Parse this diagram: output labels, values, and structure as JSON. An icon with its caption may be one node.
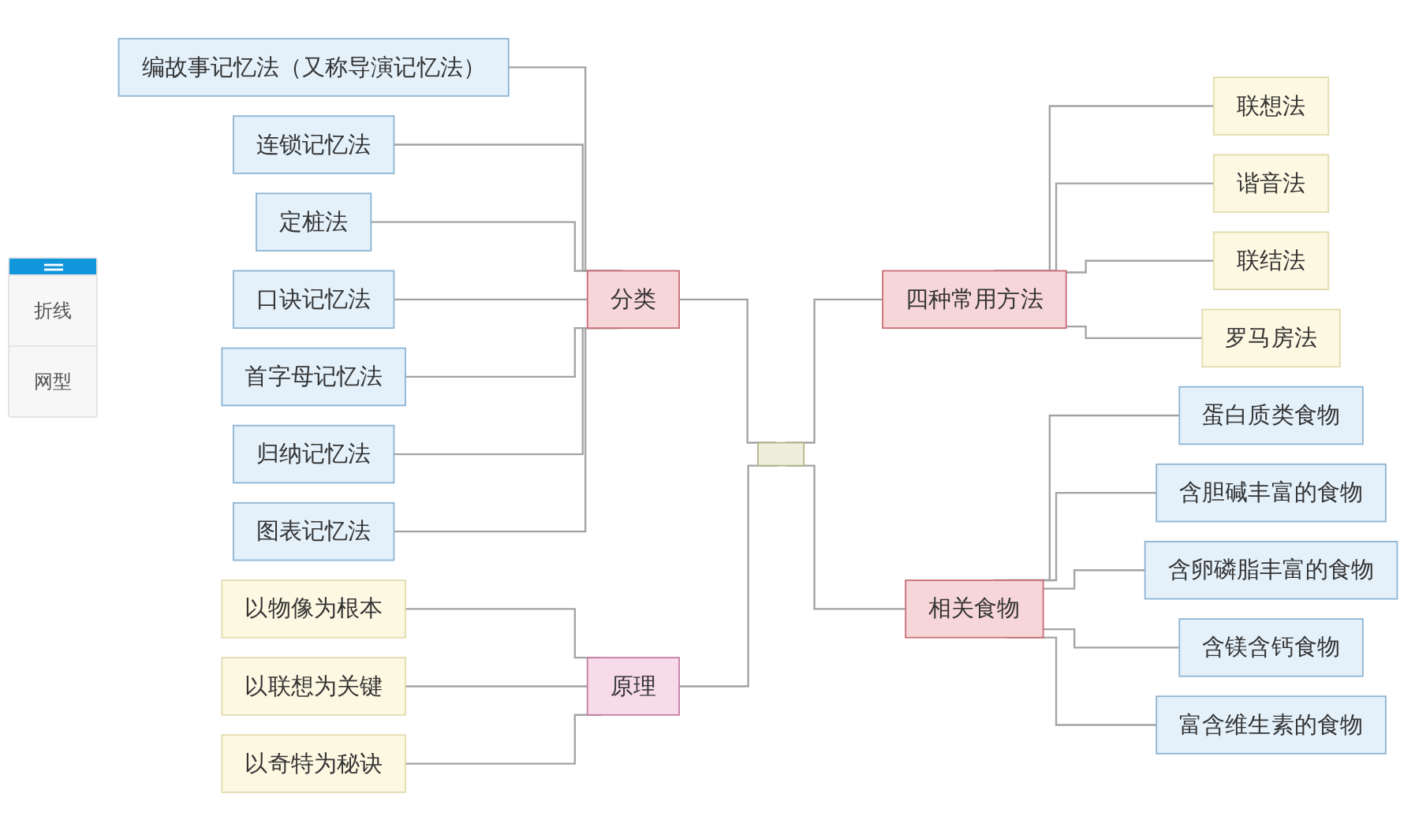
{
  "diagram": {
    "nodes": [
      {
        "text": [
          "编故事记忆法（又称导演记忆法）"
        ]
      },
      {
        "text": [
          "连锁记忆法"
        ]
      },
      {
        "text": [
          "定桩法"
        ]
      },
      {
        "text": [
          "口诀记忆法"
        ]
      },
      {
        "text": [
          "首字母记忆法"
        ]
      },
      {
        "text": [
          "归纳记忆法"
        ]
      },
      {
        "text": [
          "图表记忆法"
        ]
      },
      {
        "text": [
          "分类"
        ]
      },
      {
        "text": [
          "以物像为根本"
        ]
      },
      {
        "text": [
          "以联想为关键"
        ]
      },
      {
        "text": [
          "以奇特为秘诀"
        ]
      },
      {
        "text": [
          "原理"
        ]
      },
      {
        "text": [],
        "shape": "box"
      },
      {
        "text": [
          "四种常用方法"
        ]
      },
      {
        "text": [
          "联想法"
        ]
      },
      {
        "text": [
          "谐音法"
        ]
      },
      {
        "text": [
          "联结法"
        ]
      },
      {
        "text": [
          "罗马房法"
        ]
      },
      {
        "text": [
          "相关食物"
        ]
      },
      {
        "text": [
          "蛋白质类食物"
        ]
      },
      {
        "text": [
          "含胆碱丰富的食物"
        ]
      },
      {
        "text": [
          "含卵磷脂丰富的食物"
        ]
      },
      {
        "text": [
          "含镁含钙食物"
        ]
      },
      {
        "text": [
          "富含维生素的食物"
        ]
      }
    ],
    "edges": [
      {
        "from": 0,
        "to": 7,
        "arrow": "none"
      },
      {
        "from": 1,
        "to": 7,
        "arrow": "none"
      },
      {
        "from": 2,
        "to": 7,
        "arrow": "none"
      },
      {
        "from": 3,
        "to": 7,
        "arrow": "none"
      },
      {
        "from": 4,
        "to": 7,
        "arrow": "none"
      },
      {
        "from": 5,
        "to": 7,
        "arrow": "none"
      },
      {
        "from": 6,
        "to": 7,
        "arrow": "none"
      },
      {
        "from": 8,
        "to": 11,
        "arrow": "none"
      },
      {
        "from": 9,
        "to": 11,
        "arrow": "none"
      },
      {
        "from": 10,
        "to": 11,
        "arrow": "none"
      },
      {
        "from": 7,
        "to": 12,
        "arrow": "none"
      },
      {
        "from": 11,
        "to": 12,
        "arrow": "none"
      },
      {
        "from": 12,
        "to": 13,
        "arrow": "none"
      },
      {
        "from": 12,
        "to": 18,
        "arrow": "none"
      },
      {
        "from": 13,
        "to": 14,
        "arrow": "none"
      },
      {
        "from": 13,
        "to": 15,
        "arrow": "none"
      },
      {
        "from": 13,
        "to": 16,
        "arrow": "none"
      },
      {
        "from": 13,
        "to": 17,
        "arrow": "none"
      },
      {
        "from": 18,
        "to": 19,
        "arrow": "none"
      },
      {
        "from": 18,
        "to": 20,
        "arrow": "none"
      },
      {
        "from": 18,
        "to": 21,
        "arrow": "none"
      },
      {
        "from": 18,
        "to": 22,
        "arrow": "none"
      },
      {
        "from": 18,
        "to": 23,
        "arrow": "none"
      }
    ],
    "labels": [
      "折线",
      "网型"
    ]
  }
}
